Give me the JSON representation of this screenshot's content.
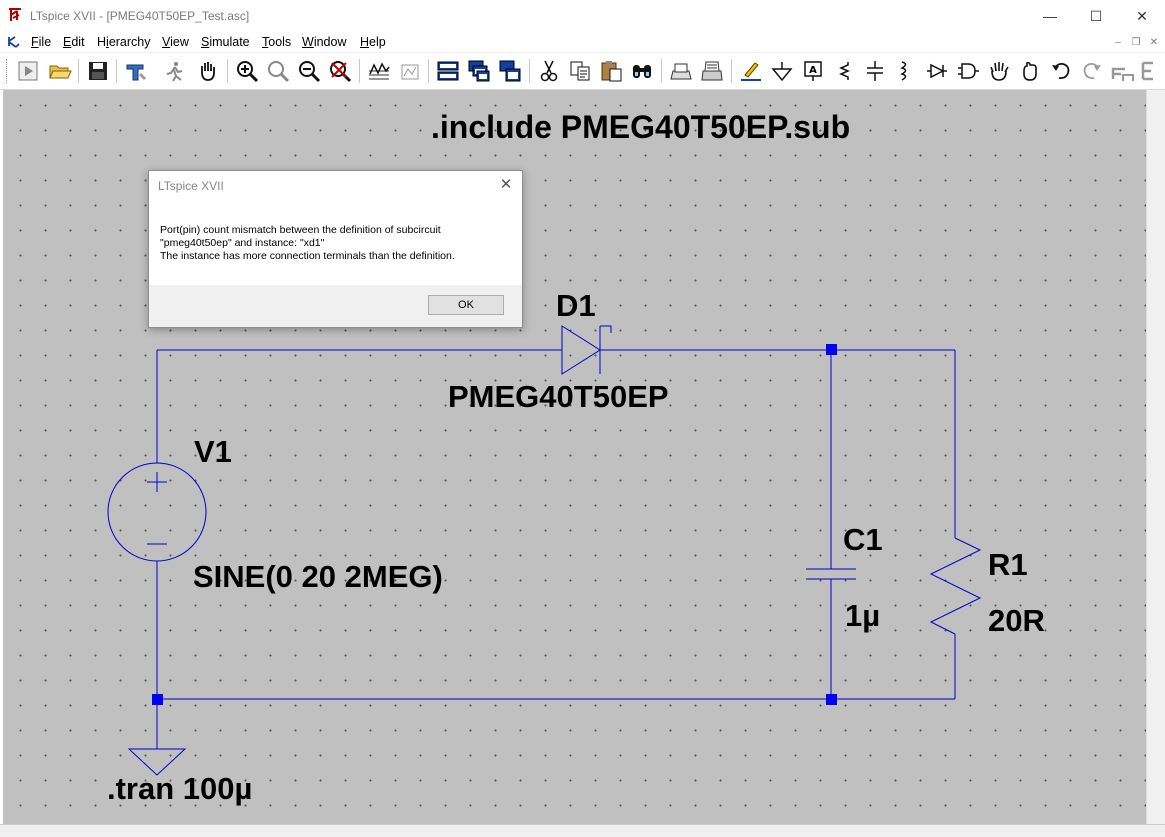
{
  "window": {
    "title": "LTspice XVII - [PMEG40T50EP_Test.asc]",
    "minimize_glyph": "—",
    "maximize_glyph": "☐",
    "close_glyph": "✕"
  },
  "menu": {
    "items": [
      {
        "label": "File",
        "key": "F"
      },
      {
        "label": "Edit",
        "key": "E"
      },
      {
        "label": "Hierarchy",
        "key": "i"
      },
      {
        "label": "View",
        "key": "V"
      },
      {
        "label": "Simulate",
        "key": "S"
      },
      {
        "label": "Tools",
        "key": "T"
      },
      {
        "label": "Window",
        "key": "W"
      },
      {
        "label": "Help",
        "key": "H"
      }
    ],
    "mdi_minimize": "–",
    "mdi_restore": "❐",
    "mdi_close": "✕"
  },
  "toolbar": {
    "buttons": [
      "run-icon",
      "open-icon",
      "save-icon",
      "control-panel-icon",
      "halt-icon",
      "pan-icon",
      "zoom-in-icon",
      "zoom-fit-icon",
      "zoom-out-icon",
      "zoom-cancel-icon",
      "plot-icon",
      "autorange-icon",
      "tile-horizontal-icon",
      "cascade-icon",
      "tile-vertical-icon",
      "cut-icon",
      "copy-icon",
      "paste-icon",
      "find-icon",
      "print-preview-icon",
      "print-icon",
      "draw-wire-icon",
      "ground-icon",
      "label-net-icon",
      "resistor-icon",
      "capacitor-icon",
      "inductor-icon",
      "diode-icon",
      "component-icon",
      "move-icon",
      "drag-icon",
      "undo-icon",
      "redo-icon",
      "rotate-icon",
      "mirror-icon"
    ]
  },
  "schematic": {
    "directive_include": ".include PMEG40T50EP.sub",
    "directive_tran": ".tran 100µ",
    "v1_name": "V1",
    "v1_value": "SINE(0 20 2MEG)",
    "d1_name": "D1",
    "d1_value": "PMEG40T50EP",
    "c1_name": "C1",
    "c1_value": "1µ",
    "r1_name": "R1",
    "r1_value": "20R",
    "plus_sign": "+",
    "minus_sign": "—",
    "wire_color": "#0000cc",
    "canvas_color": "#c0c0c0"
  },
  "dialog": {
    "title": "LTspice XVII",
    "close_glyph": "✕",
    "message_line1": "Port(pin) count mismatch between the definition of subcircuit",
    "message_line2": "\"pmeg40t50ep\" and instance: \"xd1\"",
    "message_line3": "The instance has more connection terminals than the definition.",
    "ok_label": "OK"
  }
}
